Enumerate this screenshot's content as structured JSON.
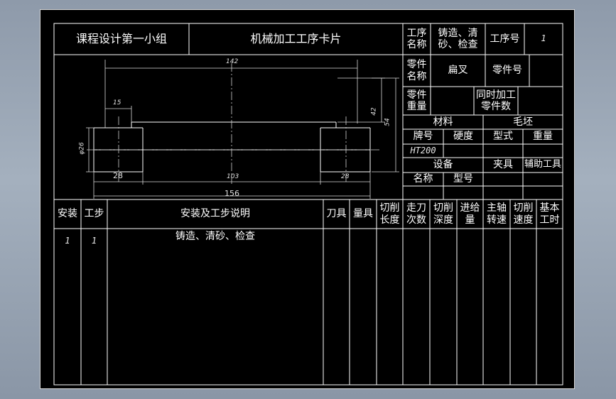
{
  "header": {
    "group": "课程设计第一小组",
    "title": "机械加工工序卡片",
    "process_name_label": "工序\n名称",
    "process_name_value": "铸造、清\n砂、检查",
    "process_no_label": "工序号",
    "process_no_value": "1"
  },
  "part": {
    "name_label": "零件\n名称",
    "name_value": "扁叉",
    "no_label": "零件号",
    "weight_label": "零件\n重量",
    "simul_label": "同时加工\n零件数"
  },
  "material": {
    "material_label": "材料",
    "blank_label": "毛坯",
    "grade_label": "牌号",
    "hardness_label": "硬度",
    "type_label": "型式",
    "weight_label": "重量",
    "grade_value": "HT200"
  },
  "equipment": {
    "equipment_label": "设备",
    "fixture_label": "夹具",
    "aux_tool_label": "辅助工具",
    "name_label": "名称",
    "model_label": "型号"
  },
  "table": {
    "headers": {
      "install": "安装",
      "step": "工步",
      "description": "安装及工步说明",
      "tool": "刀具",
      "gauge": "量具",
      "cut_length": "切削\n长度",
      "passes": "走刀\n次数",
      "cut_depth": "切削\n深度",
      "feed": "进给\n量",
      "spindle": "主轴\n转速",
      "cut_speed": "切削\n速度",
      "base_time": "基本\n工时"
    },
    "rows": [
      {
        "install": "1",
        "step": "1",
        "description": "铸造、清砂、检查"
      }
    ]
  },
  "dimensions": {
    "d142": "142",
    "d15": "15",
    "d42": "42",
    "d54": "54",
    "d26": "φ26",
    "d28": "28",
    "d103": "103",
    "d28b": "28",
    "d156": "156"
  }
}
